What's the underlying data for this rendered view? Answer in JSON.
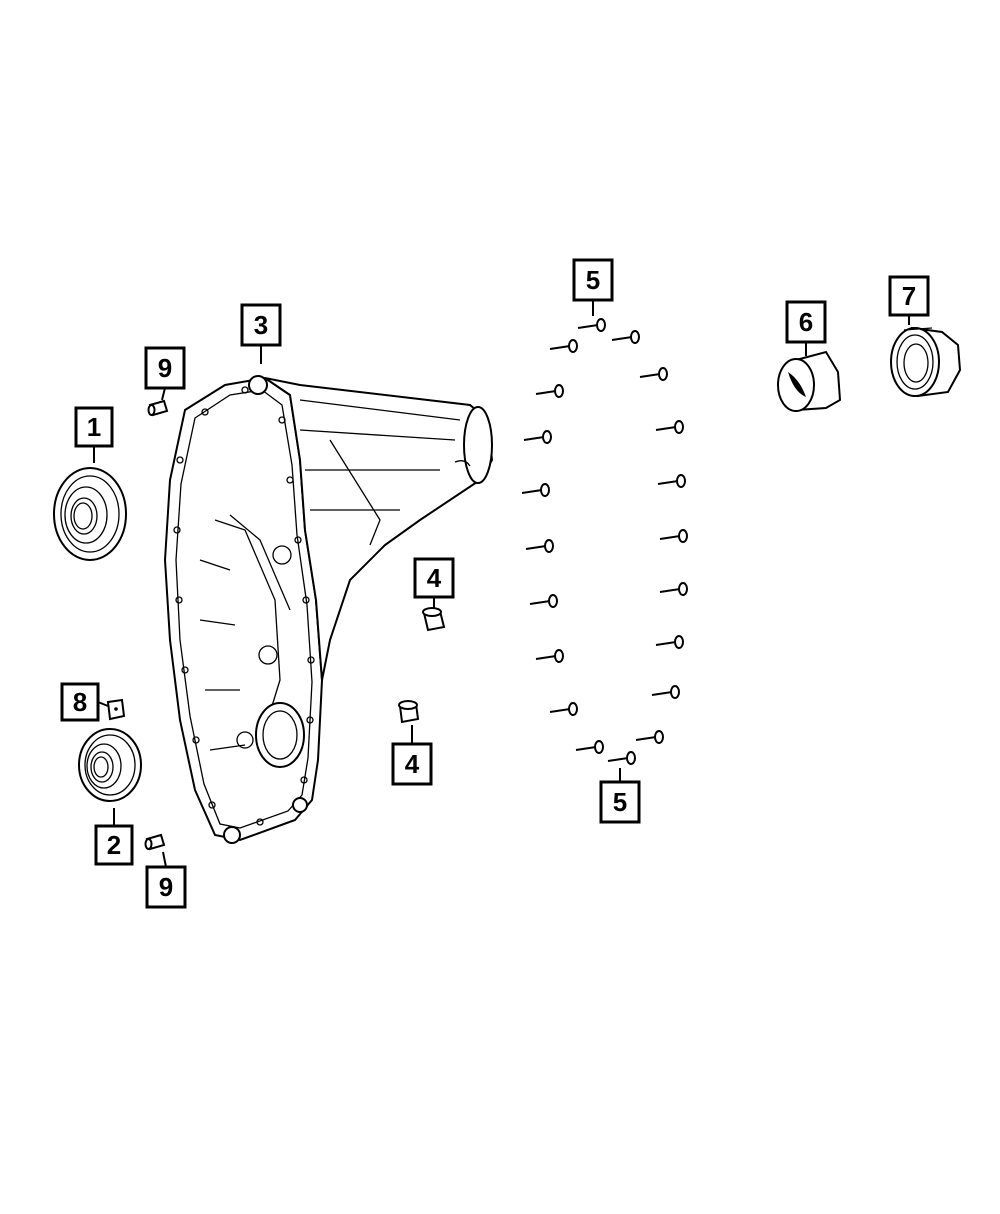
{
  "callouts": [
    {
      "id": "c1",
      "label": "1"
    },
    {
      "id": "c2",
      "label": "2"
    },
    {
      "id": "c3",
      "label": "3"
    },
    {
      "id": "c4a",
      "label": "4"
    },
    {
      "id": "c4b",
      "label": "4"
    },
    {
      "id": "c5a",
      "label": "5"
    },
    {
      "id": "c5b",
      "label": "5"
    },
    {
      "id": "c6",
      "label": "6"
    },
    {
      "id": "c7",
      "label": "7"
    },
    {
      "id": "c8",
      "label": "8"
    },
    {
      "id": "c9a",
      "label": "9"
    },
    {
      "id": "c9b",
      "label": "9"
    }
  ],
  "colors": {
    "line": "#000000",
    "background": "#ffffff"
  }
}
